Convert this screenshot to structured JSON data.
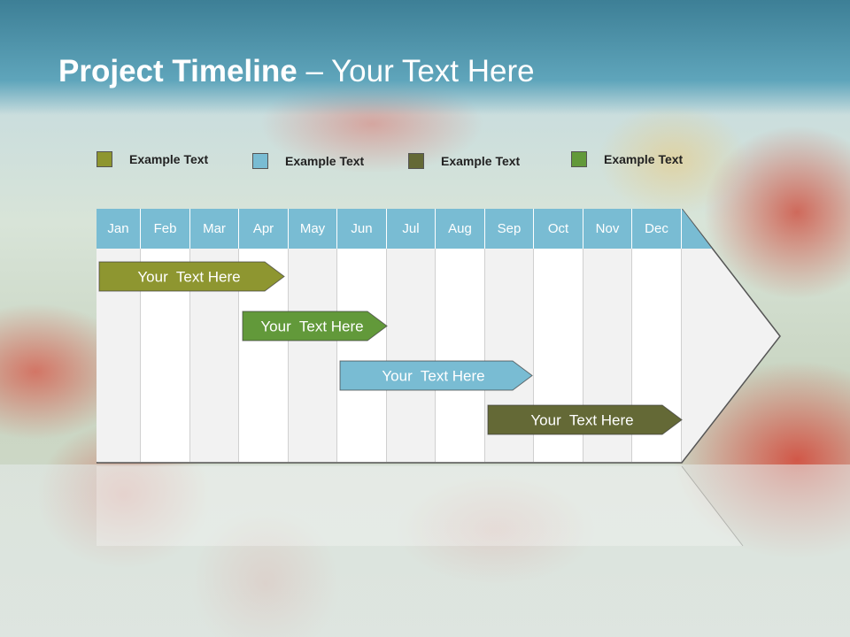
{
  "slide": {
    "title_bold": "Project Timeline",
    "title_rest": " – Your Text Here"
  },
  "legend": [
    {
      "label": "Example Text",
      "color": "#8e9630"
    },
    {
      "label": "Example Text",
      "color": "#79bcd3"
    },
    {
      "label": "Example Text",
      "color": "#646936"
    },
    {
      "label": "Example Text",
      "color": "#62993a"
    }
  ],
  "months": [
    "Jan",
    "Feb",
    "Mar",
    "Apr",
    "May",
    "Jun",
    "Jul",
    "Aug",
    "Sep",
    "Oct",
    "Nov",
    "Dec"
  ],
  "colors": {
    "header": "#79bcd3",
    "col_light": "#f2f2f2",
    "col_white": "#ffffff",
    "outline": "#555555"
  },
  "bars": [
    {
      "label": "Your  Text Here",
      "color": "#8e9630",
      "start": "Jan",
      "end": "Apr"
    },
    {
      "label": "Your  Text Here",
      "color": "#62993a",
      "start": "Apr",
      "end": "Jun"
    },
    {
      "label": "Your  Text Here",
      "color": "#79bcd3",
      "start": "Jun",
      "end": "Sep"
    },
    {
      "label": "Your  Text Here",
      "color": "#646936",
      "start": "Sep",
      "end": "Dec"
    }
  ]
}
